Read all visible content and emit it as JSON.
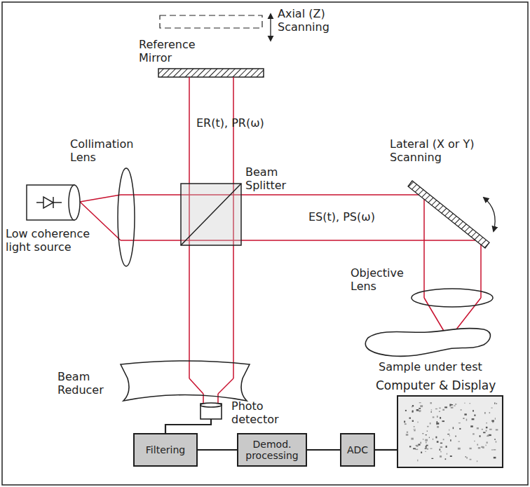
{
  "diagram": {
    "nodes": [
      {
        "text": [
          "Filtering"
        ]
      },
      {
        "text": [
          "Demod. processing"
        ]
      },
      {
        "text": [
          "ADC"
        ]
      },
      {
        "text": [
          "Computer & Display"
        ]
      }
    ],
    "edges": [
      {
        "from": 0,
        "to": 1,
        "arrow": "none"
      },
      {
        "from": 1,
        "to": 2,
        "arrow": "none"
      },
      {
        "from": 2,
        "to": 3,
        "arrow": "none"
      }
    ],
    "labels": [
      "Axial (Z) Scanning",
      "Reference Mirror",
      "ER(t), PR(ω)",
      "Collimation Lens",
      "Beam Splitter",
      "Lateral (X or Y) Scanning",
      "ES(t), PS(ω)",
      "Low coherence light source",
      "Objective Lens",
      "Sample under test",
      "Beam Reducer",
      "Photo detector"
    ]
  }
}
